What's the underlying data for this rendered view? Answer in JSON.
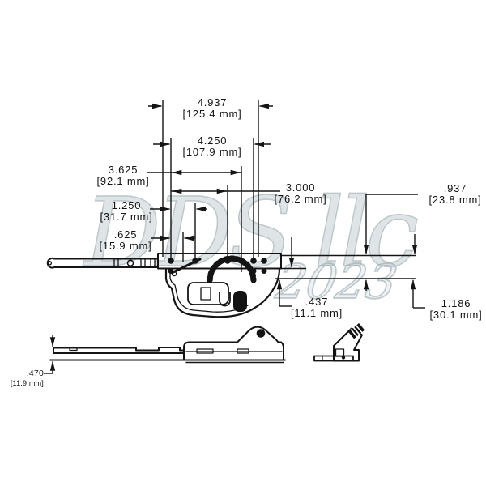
{
  "drawing": {
    "description": "Casement window operator dimension drawing, top view with left-extending arm, side elevation view, and crank stud detail",
    "watermark": {
      "line1": "DDS llc",
      "line2": "2023"
    },
    "colors": {
      "line": "#141414",
      "watermark": "#acbac0",
      "background": "#ffffff"
    }
  },
  "dimensions": {
    "overall_width": {
      "in": "4.937",
      "mm": "[125.4 mm]"
    },
    "span_4250": {
      "in": "4.250",
      "mm": "[107.9 mm]"
    },
    "span_3625": {
      "in": "3.625",
      "mm": "[92.1 mm]"
    },
    "span_3000": {
      "in": "3.000",
      "mm": "[76.2 mm]"
    },
    "span_1250": {
      "in": "1.250",
      "mm": "[31.7 mm]"
    },
    "span_0625": {
      "in": ".625",
      "mm": "[15.9 mm]"
    },
    "height_0937": {
      "in": ".937",
      "mm": "[23.8 mm]"
    },
    "height_0437": {
      "in": ".437",
      "mm": "[11.1 mm]"
    },
    "height_1186": {
      "in": "1.186",
      "mm": "[30.1 mm]"
    },
    "height_0470": {
      "in": ".470",
      "mm": "[11.9 mm]"
    }
  }
}
